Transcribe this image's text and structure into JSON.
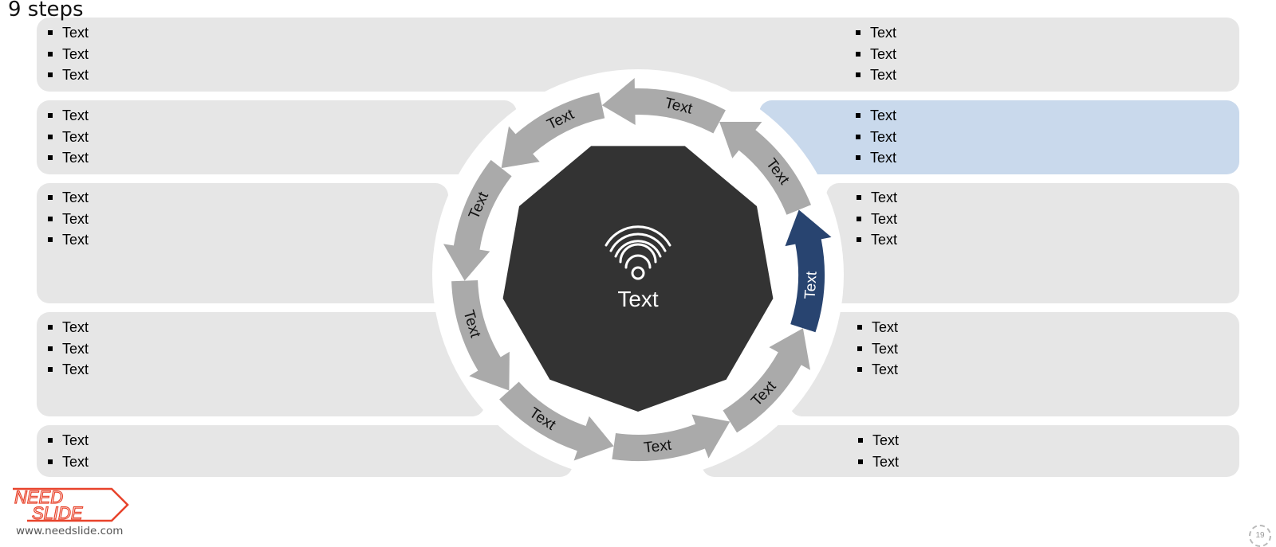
{
  "slide": {
    "title": "9 steps",
    "website": "www.needslide.com",
    "page_number": "19",
    "logo_line1": "NEED",
    "logo_line2": "SLIDE"
  },
  "center": {
    "label": "Text",
    "icon": "wifi-icon"
  },
  "arrows": [
    {
      "label": "Text",
      "highlighted": true
    },
    {
      "label": "Text",
      "highlighted": false
    },
    {
      "label": "Text",
      "highlighted": false
    },
    {
      "label": "Text",
      "highlighted": false
    },
    {
      "label": "Text",
      "highlighted": false
    },
    {
      "label": "Text",
      "highlighted": false
    },
    {
      "label": "Text",
      "highlighted": false
    },
    {
      "label": "Text",
      "highlighted": false
    },
    {
      "label": "Text",
      "highlighted": false
    }
  ],
  "panels": [
    {
      "id": "left-1",
      "items": [
        "Text",
        "Text",
        "Text"
      ]
    },
    {
      "id": "left-2",
      "items": [
        "Text",
        "Text",
        "Text"
      ]
    },
    {
      "id": "left-3",
      "items": [
        "Text",
        "Text",
        "Text"
      ]
    },
    {
      "id": "left-4",
      "items": [
        "Text",
        "Text",
        "Text"
      ]
    },
    {
      "id": "left-5",
      "items": [
        "Text",
        "Text"
      ]
    },
    {
      "id": "right-1",
      "items": [
        "Text",
        "Text",
        "Text"
      ]
    },
    {
      "id": "right-2",
      "items": [
        "Text",
        "Text",
        "Text"
      ],
      "highlighted": true
    },
    {
      "id": "right-3",
      "items": [
        "Text",
        "Text",
        "Text"
      ]
    },
    {
      "id": "right-4",
      "items": [
        "Text",
        "Text",
        "Text"
      ]
    },
    {
      "id": "right-5",
      "items": [
        "Text",
        "Text"
      ]
    }
  ],
  "colors": {
    "panel": "#e6e6e6",
    "panel_highlight": "#c9d9ec",
    "arrow": "#aaaaaa",
    "arrow_highlight": "#284470",
    "center": "#333333",
    "brand": "#e8432b"
  }
}
